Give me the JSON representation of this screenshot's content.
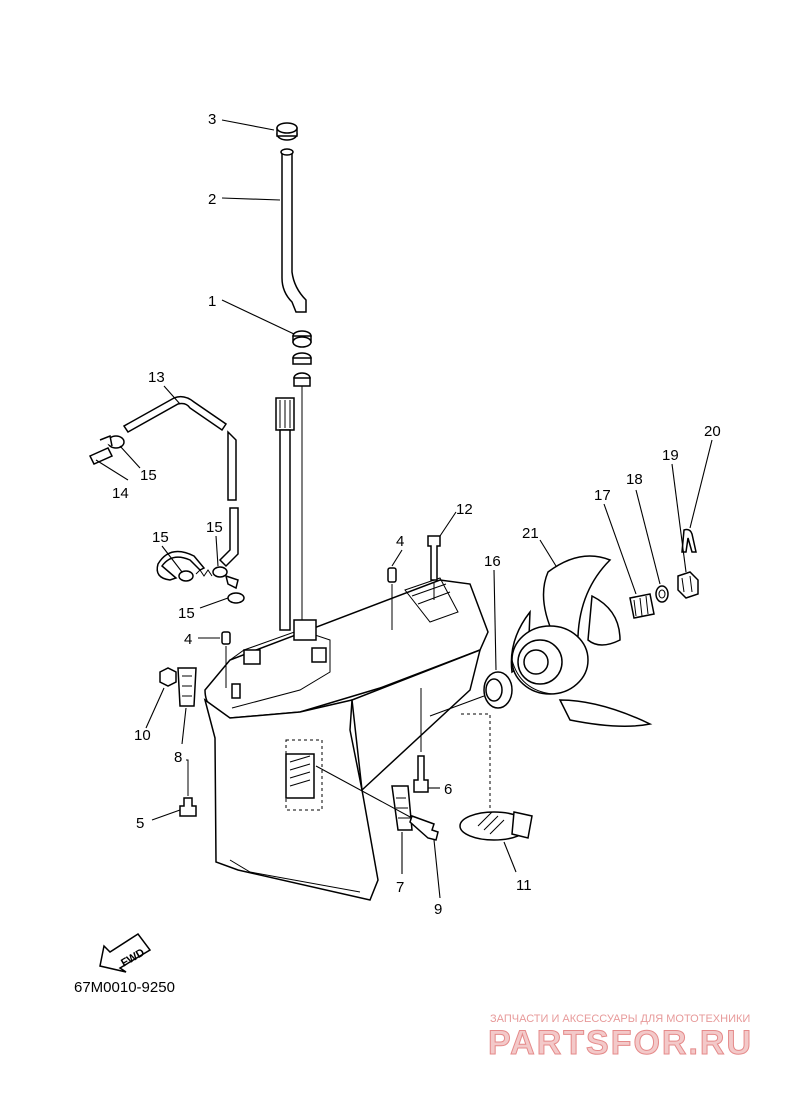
{
  "callouts": {
    "c1": "1",
    "c2": "2",
    "c3": "3",
    "c4a": "4",
    "c4b": "4",
    "c5": "5",
    "c6": "6",
    "c7": "7",
    "c8": "8",
    "c9": "9",
    "c10": "10",
    "c11": "11",
    "c12": "12",
    "c13": "13",
    "c14": "14",
    "c15a": "15",
    "c15b": "15",
    "c15c": "15",
    "c15d": "15",
    "c16": "16",
    "c17": "17",
    "c18": "18",
    "c19": "19",
    "c20": "20",
    "c21": "21"
  },
  "fwd_label": "FWD",
  "diagram_code": "67M0010-9250",
  "watermark": {
    "tagline": "ЗАПЧАСТИ И АКСЕССУАРЫ ДЛЯ МОТОТЕХНИКИ",
    "brand": "PARTSFOR.RU"
  },
  "colors": {
    "line": "#000000",
    "watermark": "#e58a8a",
    "background": "#ffffff"
  }
}
